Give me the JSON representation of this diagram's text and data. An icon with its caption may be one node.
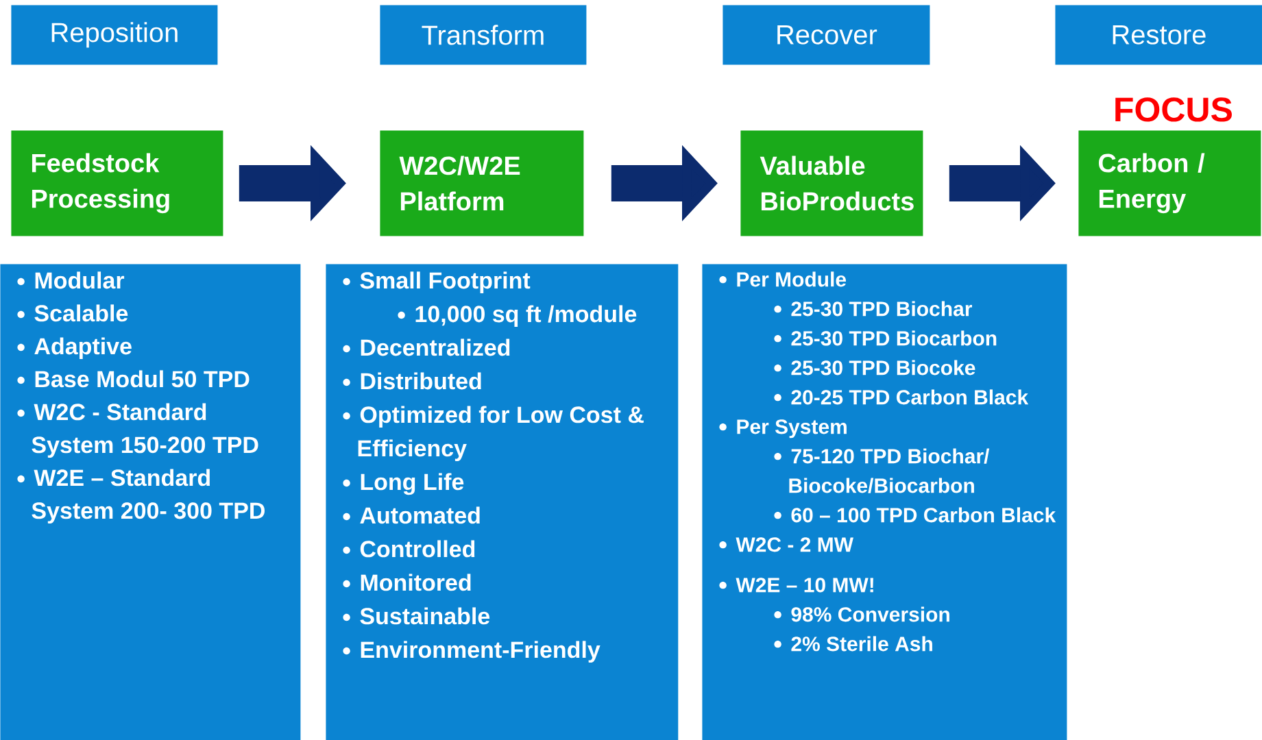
{
  "diagram": {
    "nodes": [
      {
        "text": [
          "Reposition"
        ]
      },
      {
        "text": [
          "Transform"
        ]
      },
      {
        "text": [
          "Recover"
        ]
      },
      {
        "text": [
          "Restore"
        ]
      },
      {
        "text": [
          "Feedstock Processing"
        ]
      },
      {
        "text": [
          "W2C/W2E Platform"
        ]
      },
      {
        "text": [
          "Valuable BioProducts"
        ]
      },
      {
        "text": [
          "Carbon / Energy"
        ],
        "beside": [
          "FOCUS"
        ]
      },
      {
        "text": [
          "Modular",
          "Scalable",
          "Adaptive",
          "Base Modul 50 TPD",
          "W2C - Standard System 150-200 TPD",
          "W2E – Standard System 200- 300 TPD"
        ]
      },
      {
        "text": [
          "Small Footprint",
          "10,000 sq ft /module",
          "Decentralized",
          "Distributed",
          "Optimized for Low Cost & Efficiency",
          "Long Life",
          "Automated",
          "Controlled",
          "Monitored",
          "Sustainable",
          "Environment-Friendly"
        ]
      },
      {
        "text": [
          "Per Module",
          "25-30 TPD Biochar",
          "25-30 TPD Biocarbon",
          "25-30 TPD Biocoke",
          "20-25 TPD Carbon Black",
          "Per System",
          "75-120 TPD Biochar/ Biocoke/Biocarbon",
          "60 – 100 TPD Carbon Black",
          "W2C - 2 MW",
          "W2E – 10 MW!",
          "98% Conversion",
          "2% Sterile Ash"
        ]
      }
    ],
    "edges": [
      {
        "from": 4,
        "to": 5,
        "arrow": "to"
      },
      {
        "from": 5,
        "to": 6,
        "arrow": "to"
      },
      {
        "from": 6,
        "to": 7,
        "arrow": "to"
      }
    ]
  }
}
